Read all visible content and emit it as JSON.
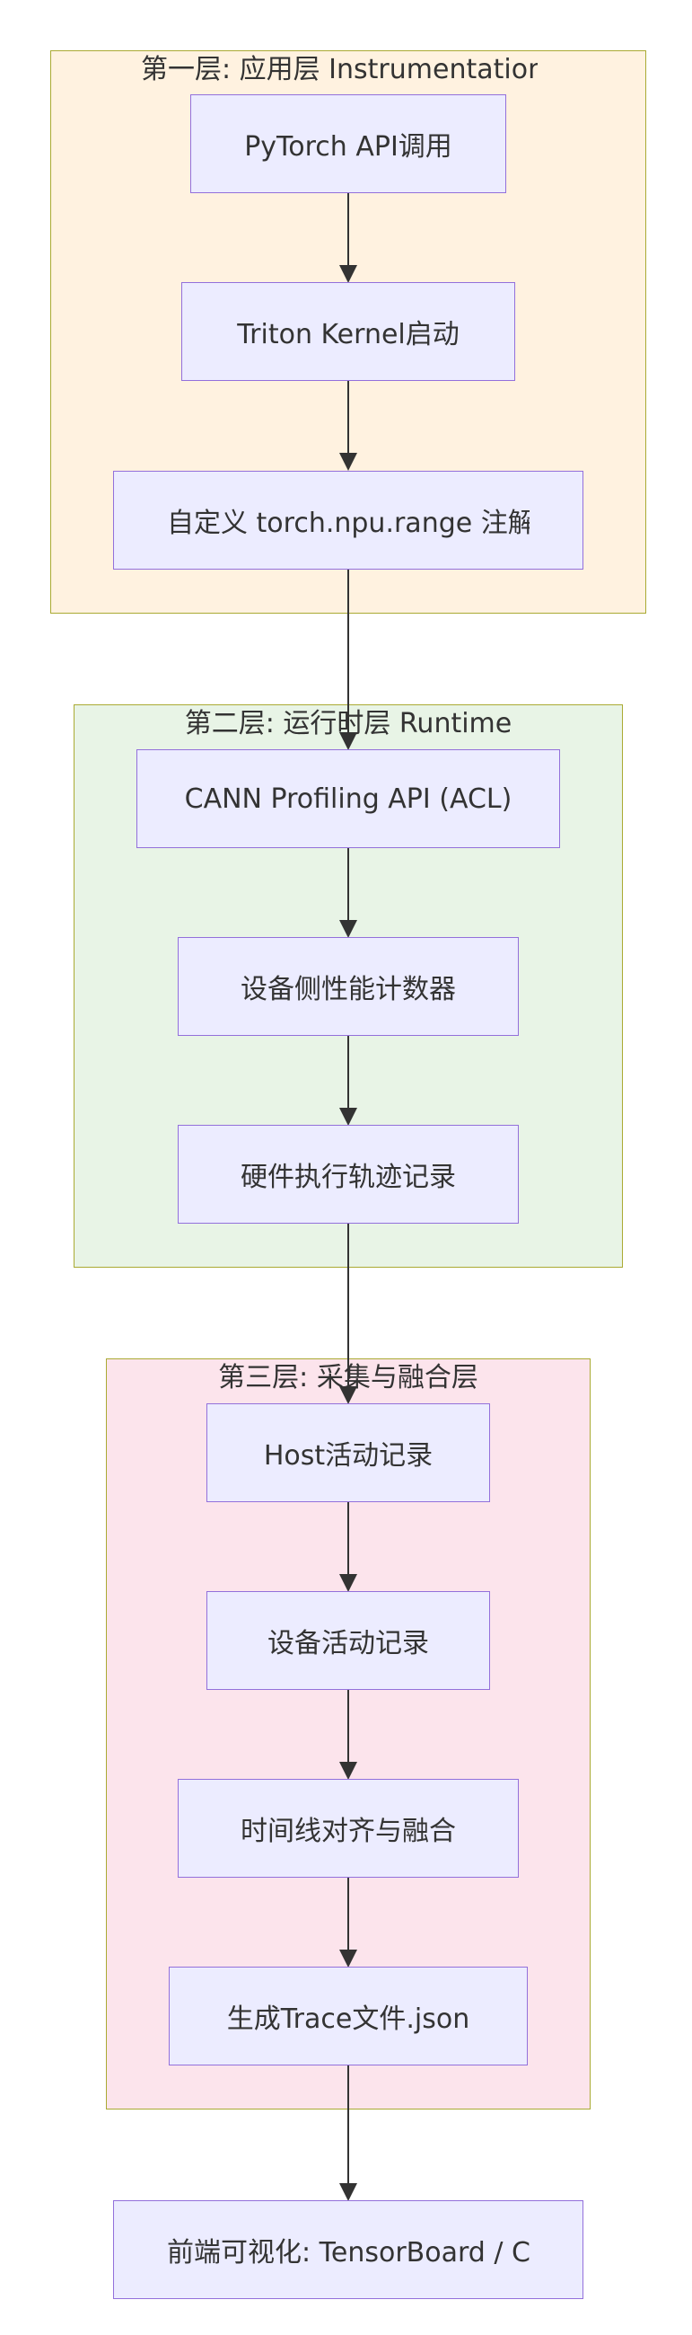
{
  "clusters": {
    "layer1": {
      "title": "第一层: 应用层 Instrumentation",
      "fill": "#FFF2E0"
    },
    "layer2": {
      "title": "第二层: 运行时层 Runtime",
      "fill": "#E8F4E6"
    },
    "layer3": {
      "title": "第三层: 采集与融合层",
      "fill": "#FCE4EC"
    }
  },
  "nodes": {
    "pytorch_api": "PyTorch API调用",
    "triton_kernel": "Triton Kernel启动",
    "custom_range": "自定义 torch.npu.range 注解",
    "cann_profiling": "CANN Profiling API (ACL)",
    "device_counters": "设备侧性能计数器",
    "hw_trace": "硬件执行轨迹记录",
    "host_activity": "Host活动记录",
    "device_activity": "设备活动记录",
    "timeline_merge": "时间线对齐与融合",
    "gen_trace": "生成Trace文件.json",
    "frontend_vis": "前端可视化: TensorBoard / Chrome Tracing"
  },
  "colors": {
    "node_fill": "#ECECFF",
    "node_border": "#9370DB",
    "cluster_border": "#AAAA33",
    "edge": "#333333",
    "text": "#333333"
  }
}
